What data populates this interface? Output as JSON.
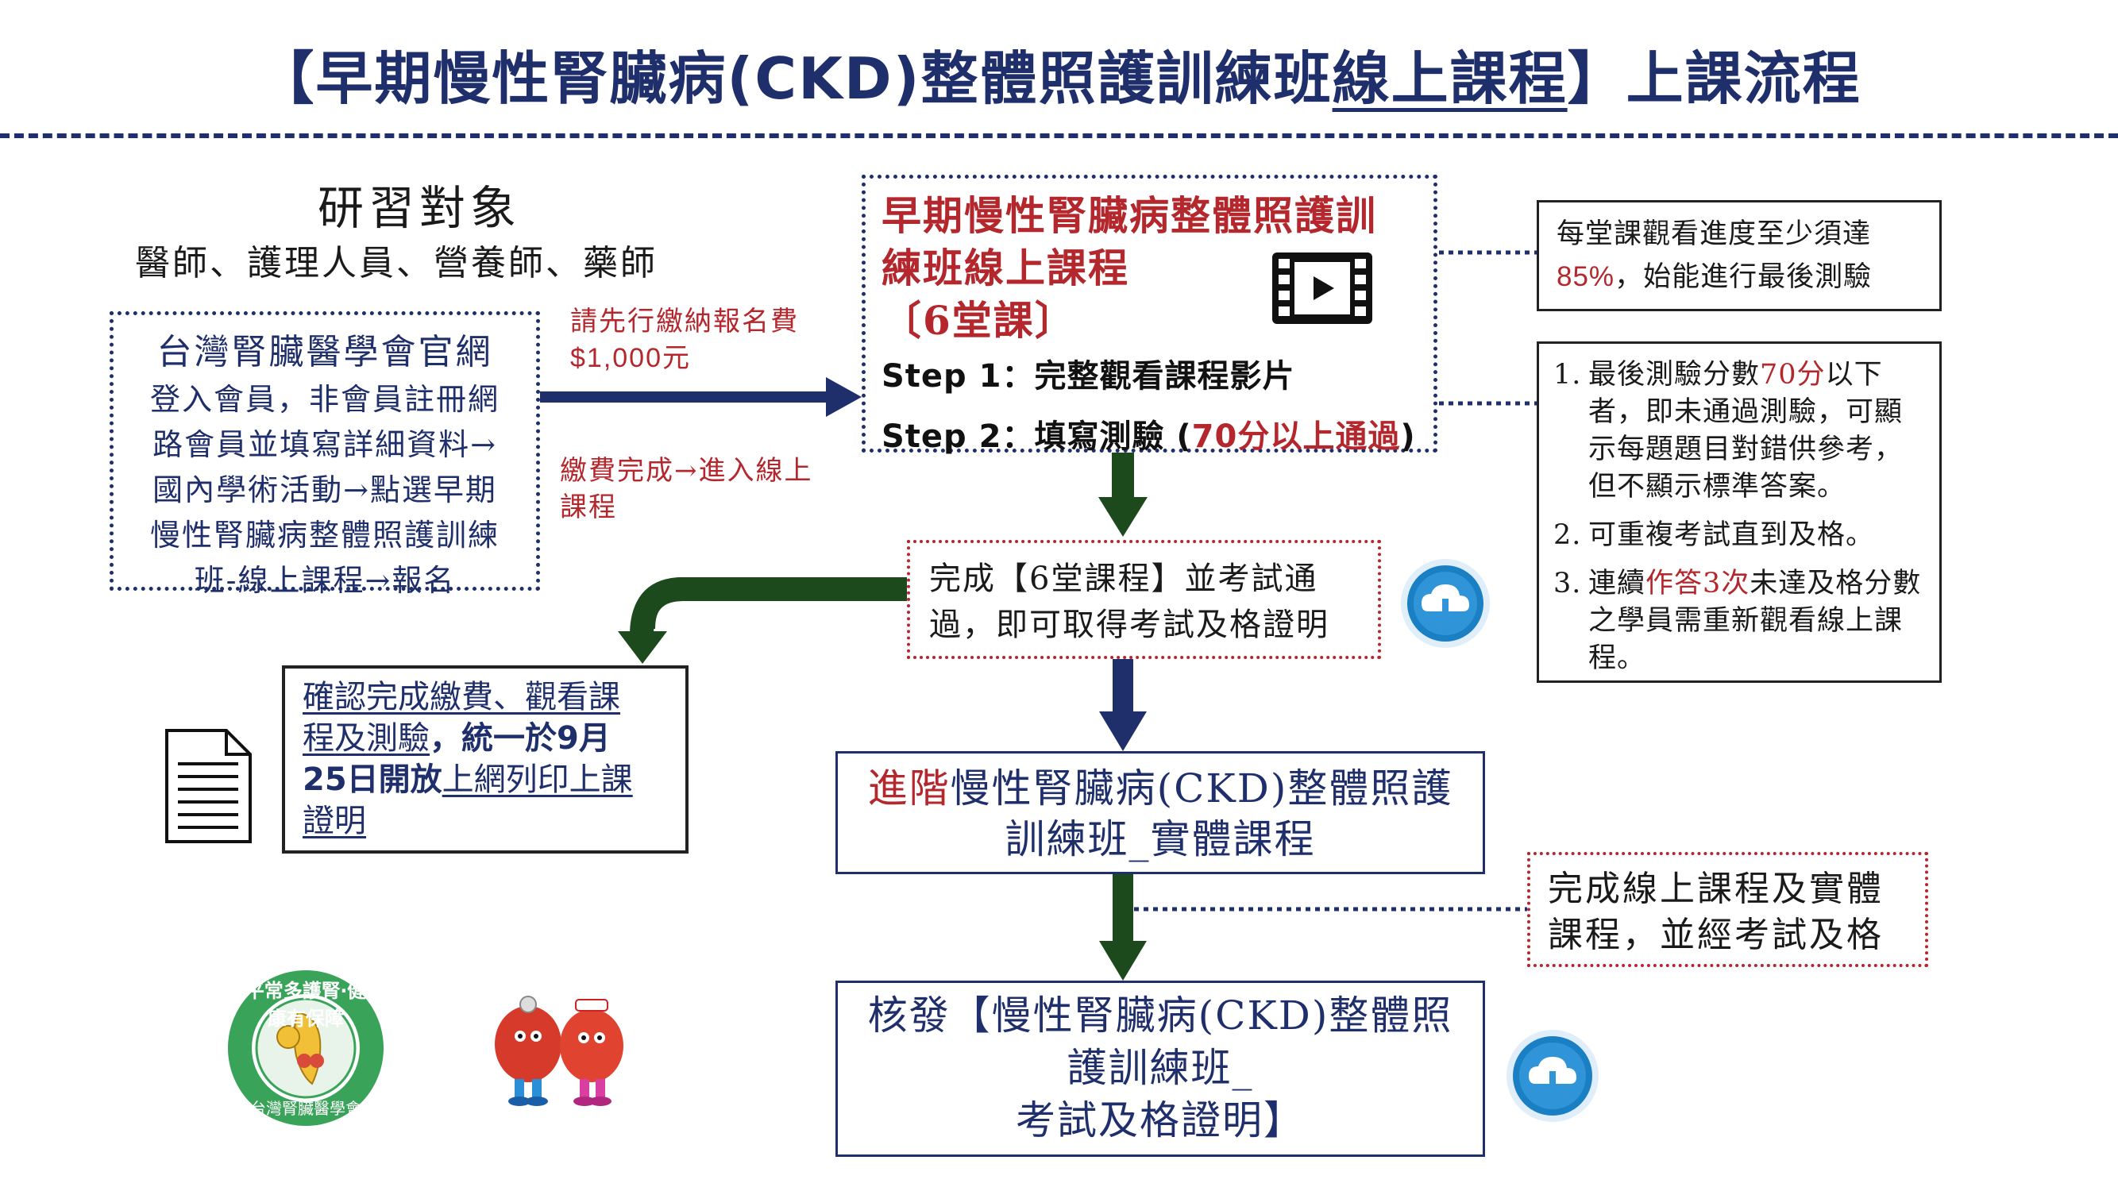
{
  "title": {
    "prefix": "【早期慢性腎臟病(CKD)整體照護訓練班",
    "underlined": "線上課程",
    "suffix": "】上課流程"
  },
  "audience": {
    "heading": "研習對象",
    "list": "醫師、護理人員、營養師、藥師"
  },
  "registration": {
    "heading": "台灣腎臟醫學會官網",
    "lines": [
      "登入會員，非會員註冊網",
      "路會員並填寫詳細資料→",
      "國內學術活動→點選早期",
      "慢性腎臟病整體照護訓練",
      "班-線上課程→報名"
    ]
  },
  "fee_note": {
    "line1": "請先行繳納報名費",
    "line2": "$1,000元"
  },
  "paid_note": {
    "line1": "繳費完成→進入線上",
    "line2": "課程"
  },
  "course": {
    "title_line1": "早期慢性腎臟病整體照護訓",
    "title_line2": "練班線上課程",
    "title_line3": "〔6堂課〕",
    "step1": "Step 1：完整觀看課程影片",
    "step2_prefix": "Step 2：填寫測驗 (",
    "step2_red": "70分以上通過",
    "step2_suffix": ")"
  },
  "progress_note": {
    "line1": "每堂課觀看進度至少須達",
    "red": "85%",
    "line2_rest": "，始能進行最後測驗"
  },
  "rules": [
    {
      "num": "1.",
      "parts": [
        "最後測驗分數",
        "70分",
        "以下者，即未通過測驗，可顯示每題題目對錯供參考，但不顯示標準答案。"
      ]
    },
    {
      "num": "2.",
      "parts": [
        "可重複考試直到及格。",
        "",
        ""
      ]
    },
    {
      "num": "3.",
      "parts": [
        "連續",
        "作答3次",
        "未達及格分數之學員需重新觀看線上課程。"
      ]
    }
  ],
  "pass_box": {
    "line1": "完成【6堂課程】並考試通",
    "line2": "過，即可取得考試及格證明"
  },
  "confirm": {
    "p1": "確認完成繳費、觀看課",
    "p2": "程及測驗",
    "p3": "，統一於9月",
    "p4": "25日開放",
    "p5": "上網列印上課",
    "p6": "證明"
  },
  "advanced": {
    "red": "進階",
    "line1_rest": "慢性腎臟病(CKD)整體照護",
    "line2": "訓練班_實體課程"
  },
  "complete_note": {
    "line1": "完成線上課程及實體",
    "line2": "課程，並經考試及格"
  },
  "issue": {
    "line1": "核發【慢性腎臟病(CKD)整體照",
    "line2": "護訓練班_",
    "line3": "考試及格證明】"
  },
  "logo": {
    "top_text": "平常多護腎‧健康有保障",
    "bottom_text": "台灣腎臟醫學會"
  },
  "colors": {
    "navy": "#1f2f6b",
    "red": "#b3272d",
    "arrow_green": "#1d4a1d",
    "cloud_blue": "#1b7fc4"
  }
}
